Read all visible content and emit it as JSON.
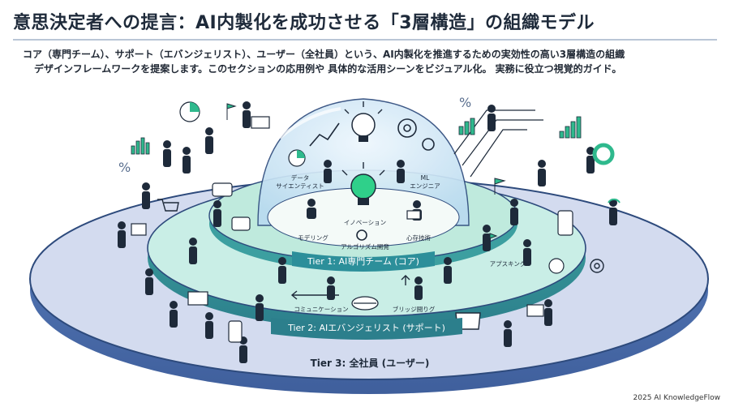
{
  "title": "意思決定者への提言：AI内製化を成功させる「3層構造」の組織モデル",
  "subtitle": {
    "line1": "コア（専門チーム）、サポート（エバンジェリスト）、ユーザー（全社員）という、AI内製化を推進するための実効性の高い3層構造の組織",
    "line2": "デザインフレームワークを提案します。このセクションの応用例や 具体的な活用シーンをビジュアル化。 実務に役立つ視覚的ガイド。"
  },
  "tiers": {
    "tier1": "Tier 1: AI専門チーム (コア)",
    "tier2": "Tier 2: AIエバンジェリスト (サポート)",
    "tier3": "Tier 3: 全社員 (ユーザー)"
  },
  "core_labels": {
    "data_scientist": [
      "データ",
      "サイエンティスト"
    ],
    "ml_engineer": [
      "ML",
      "エンジニア"
    ],
    "innovation": "イノベーション",
    "modeling": "モデリング",
    "dependency": "心存技術",
    "algorithm": "アルゴリズム開発"
  },
  "ring_labels": {
    "communication": "コミュニケーション",
    "bridging": "ブリッジ闘りグ",
    "upskilling": "アプスキング"
  },
  "icons": [
    "lightbulb-icon",
    "gear-icon",
    "handshake-icon",
    "percent-icon",
    "bar-chart-icon",
    "pie-chart-icon",
    "chat-bubble-icon",
    "shopping-cart-icon",
    "phone-icon",
    "flag-icon",
    "headset-icon"
  ],
  "colors": {
    "outer_ring": "#d3dbef",
    "middle_ring": "#c9eee6",
    "inner_ring": "#bfeadd",
    "dome": "#d6e9f7",
    "band": "#4a6fb0",
    "accent_green": "#2fb98d",
    "ink": "#1e2a3a"
  },
  "footer": "2025 AI KnowledgeFlow"
}
